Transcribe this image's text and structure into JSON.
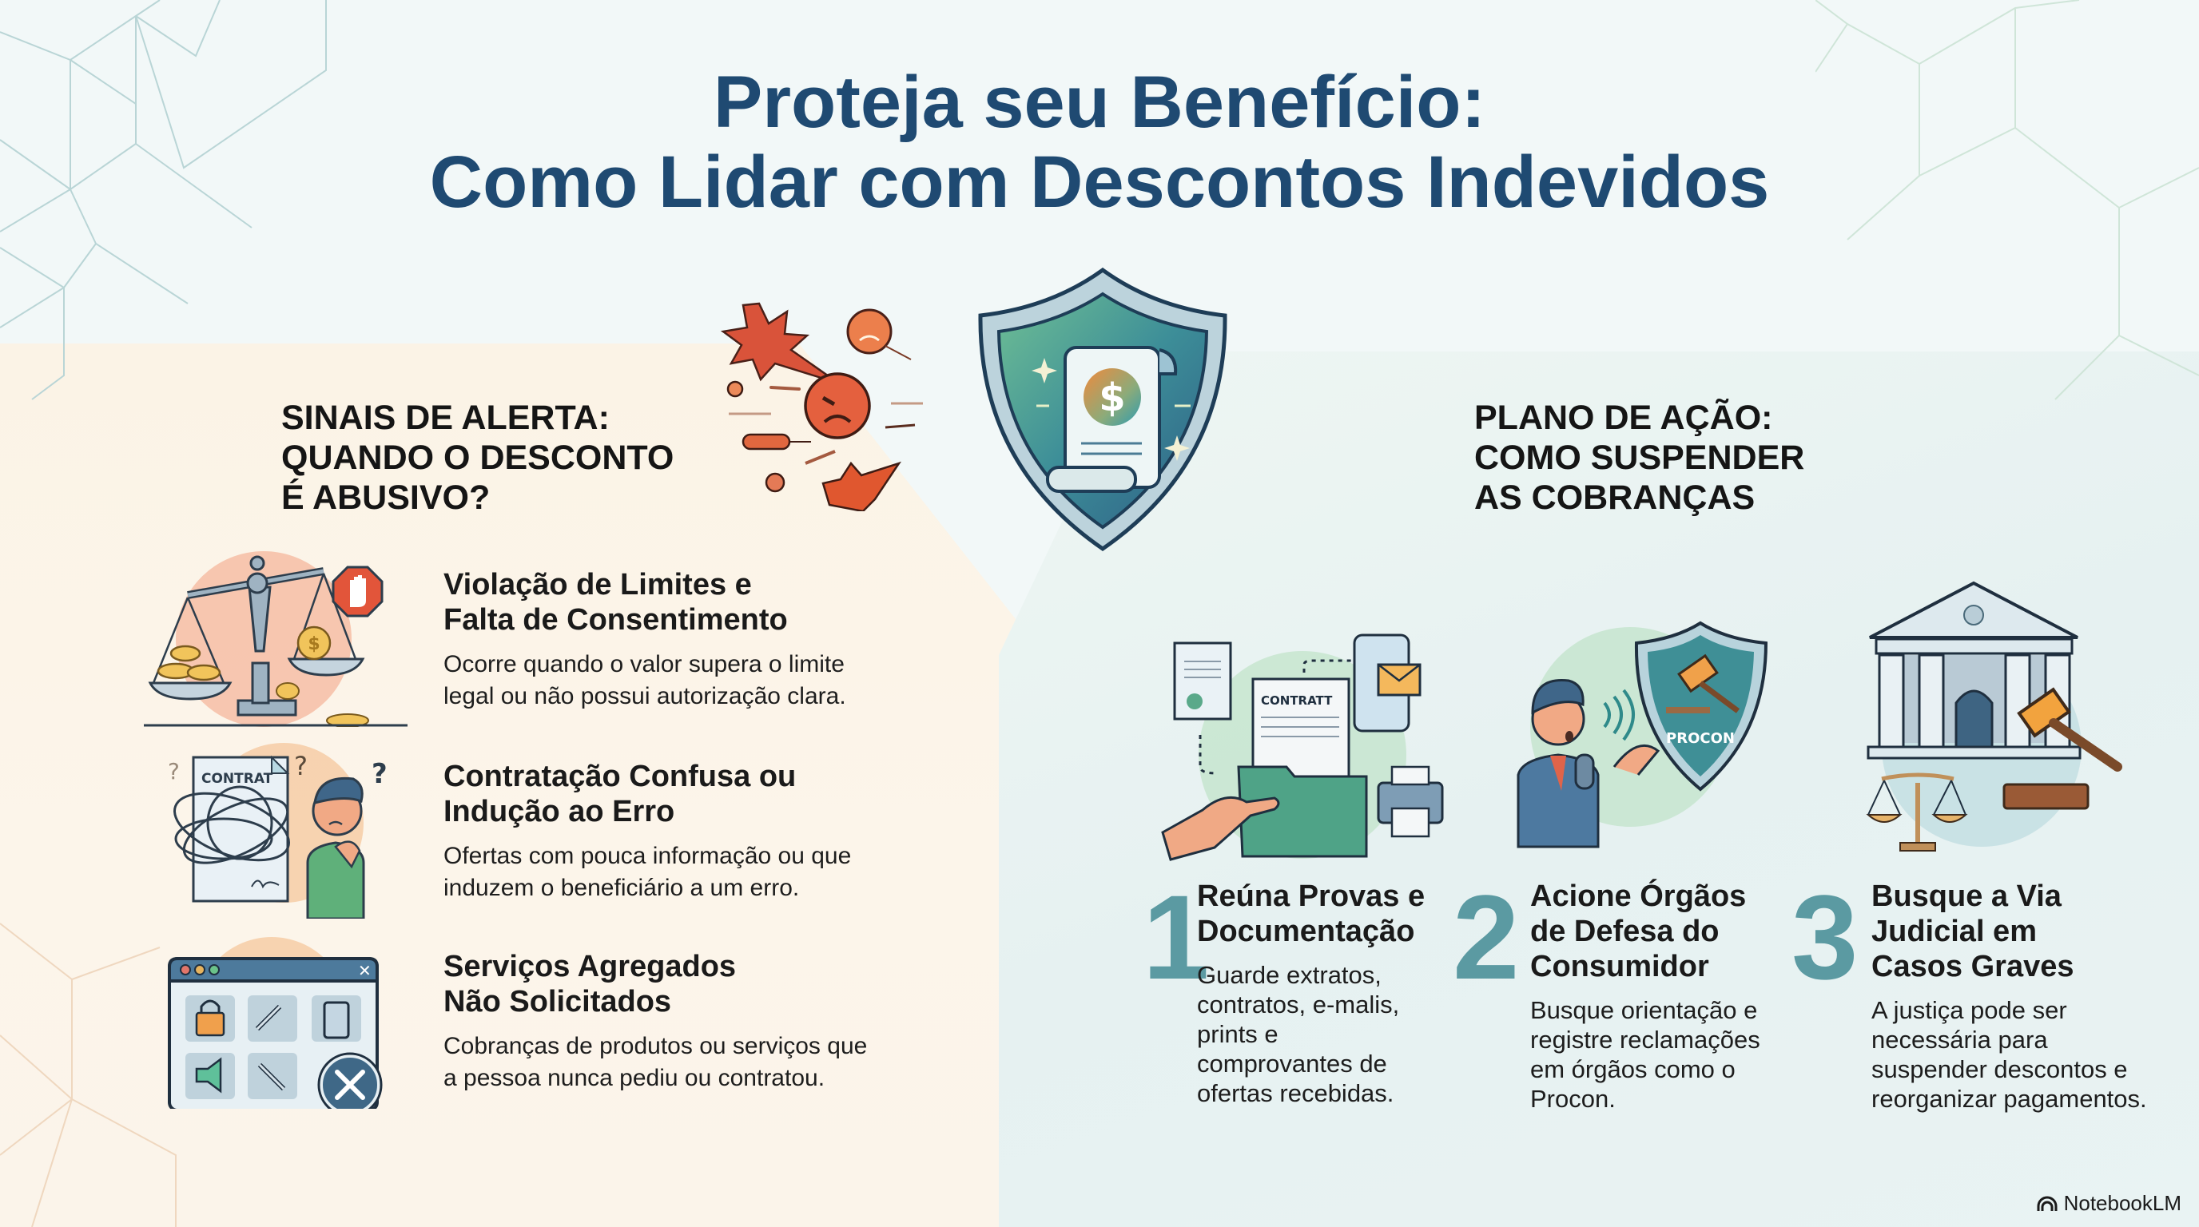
{
  "title": {
    "line1": "Proteja seu Benefício:",
    "line2": "Como Lidar com Descontos Indevidos"
  },
  "left_section": {
    "heading": "SINAIS DE ALERTA:\nQUANDO O DESCONTO\nÉ ABUSIVO?",
    "items": [
      {
        "title": "Violação de Limites e\nFalta de Consentimento",
        "description": "Ocorre quando o valor supera o limite\nlegal ou não possui autorização clara.",
        "icon": "broken-scale-stop-icon"
      },
      {
        "title": "Contratação Confusa ou\nIndução ao Erro",
        "description": "Ofertas com pouca informação ou que\ninduzem o beneficiário a um erro.",
        "icon": "confused-contract-icon",
        "illustration_label": "CONTRAT"
      },
      {
        "title": "Serviços Agregados\nNão Solicitados",
        "description": "Cobranças de produtos ou serviços que\na pessoa nunca pediu ou contratou.",
        "icon": "unwanted-services-window-icon"
      }
    ]
  },
  "center_emblem": {
    "icon": "shield-document-dollar-icon",
    "symbol": "$"
  },
  "right_section": {
    "heading": "PLANO DE AÇÃO:\nCOMO SUSPENDER\nAS COBRANÇAS",
    "steps": [
      {
        "number": "1",
        "title": "Reúna Provas e\nDocumentação",
        "description": "Guarde extratos,\ncontratos, e-malis,\nprints e\ncomprovantes de\nofertas recebidas.",
        "icon": "folder-documents-icon",
        "illustration_label": "CONTRATT"
      },
      {
        "number": "2",
        "title": "Acione Órgãos\nde Defesa do\nConsumidor",
        "description": "Busque orientação e\nregistre reclamações\nem órgãos como o\nProcon.",
        "icon": "procon-shield-speaker-icon",
        "illustration_label": "PROCON"
      },
      {
        "number": "3",
        "title": "Busque a Via\nJudicial em\nCasos Graves",
        "description": "A justiça pode ser\nnecessária para\nsuspender descontos e\nreorganizar pagamentos.",
        "icon": "courthouse-gavel-icon"
      }
    ]
  },
  "footer": {
    "brand": "NotebookLM"
  },
  "colors": {
    "title": "#1f4a72",
    "step_number": "#5b9aa2",
    "warm_bg": "#fbf3e6",
    "cool_bg": "#e6f1f1",
    "alert_red": "#e2553a",
    "accent_orange": "#f0a86a"
  }
}
